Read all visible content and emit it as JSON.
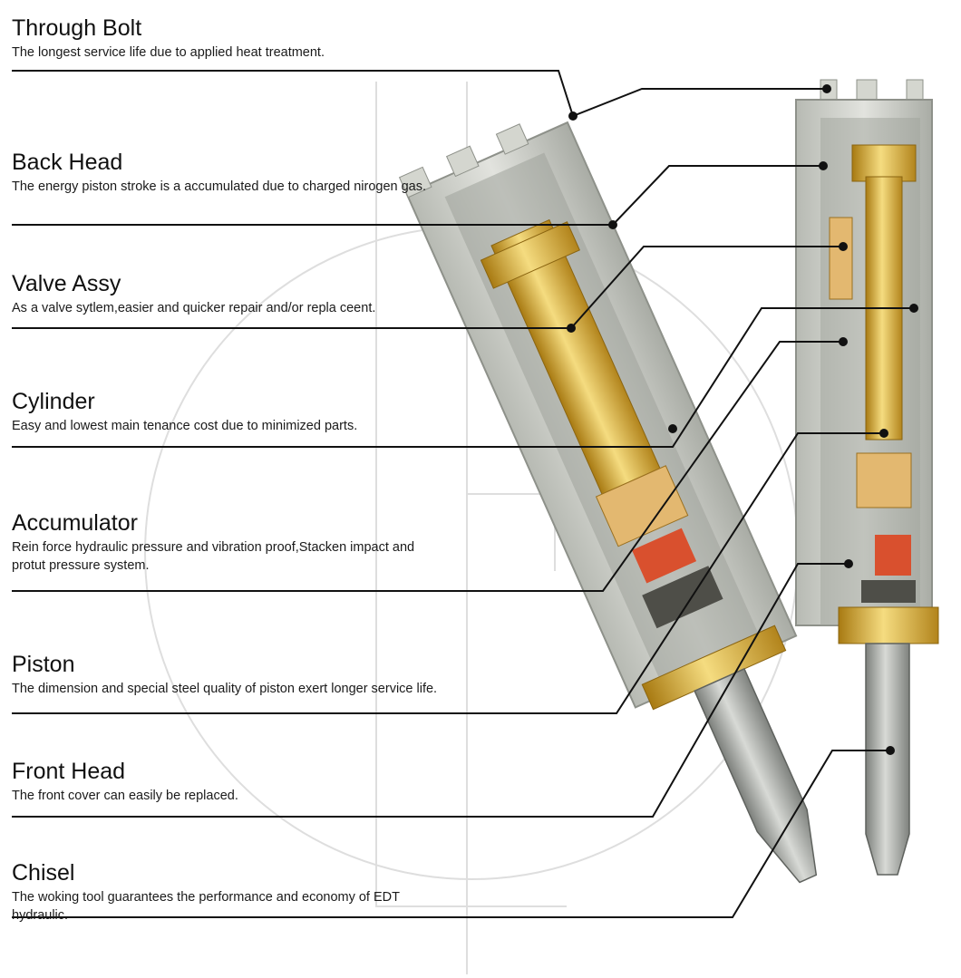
{
  "parts": [
    {
      "title": "Through Bolt",
      "description": "The longest service life due to applied heat treatment."
    },
    {
      "title": "Back Head",
      "description": "The energy piston stroke is a accumulated due to charged nirogen gas."
    },
    {
      "title": "Valve Assy",
      "description": "As a valve sytlem,easier and quicker repair and/or repla ceent."
    },
    {
      "title": "Cylinder",
      "description": "Easy and lowest main tenance cost due to minimized parts."
    },
    {
      "title": "Accumulator",
      "description": "Rein force hydraulic pressure and vibration proof,Stacken impact and protut pressure system."
    },
    {
      "title": "Piston",
      "description": "The dimension and special steel quality of piston exert longer service life."
    },
    {
      "title": "Front Head",
      "description": "The front cover can easily be replaced."
    },
    {
      "title": "Chisel",
      "description": "The woking tool guarantees the performance and economy of EDT hydraulic."
    }
  ],
  "colors": {
    "steel": "#c9cbc4",
    "steel_dark": "#8e918a",
    "brass": "#d6a936",
    "brass_light": "#f3d77a",
    "seal_red": "#d9502e",
    "chisel": "#a4a7a3",
    "leader": "#111111",
    "watermark": "#dadada"
  }
}
